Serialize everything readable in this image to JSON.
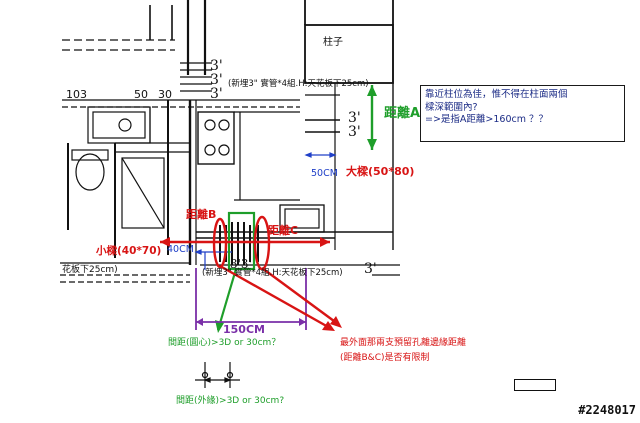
{
  "labels": {
    "column": "柱子",
    "dist_a": "距離A",
    "dist_b": "距離B",
    "dist_c": "距離C",
    "beam_big": "大樑(50*80)",
    "beam_small": "小樑(40*70)",
    "w50": "50CM",
    "w40": "40CM",
    "w150": "150CM",
    "dim103": "103",
    "dim50": "50",
    "dim30": "30",
    "ceiling_note_top": "(新埋3\" 實管*4組.H:天花板下25cm)",
    "ceiling_note_mid": "(新埋3\" 實管*4組.H:天花板下25cm)",
    "ceiling_left": "花板下25cm)",
    "pipe_top": "3'",
    "pipe_right": "3'",
    "pipe_low": "3'",
    "pipe_mid": "3'3'"
  },
  "note": {
    "lines": [
      "靠近柱位為佳，惟不得在柱面兩個",
      "樑深範圍內?",
      "=>是指A距離>160cm ？？"
    ]
  },
  "questions": {
    "outer_edge": "最外面那兩支預留孔離邊緣距離",
    "outer_edge2": "(距離B&C)是否有限制",
    "center": "間距(圓心)>3D or 30cm？",
    "outside": "間距(外緣)>3D or 30cm?"
  },
  "watermark": "#2248017",
  "colors": {
    "red": "#d81414",
    "green": "#1e9e2a",
    "purple": "#7a2fa8",
    "blue": "#2040c8",
    "navy": "#1c2c86",
    "black": "#111111"
  }
}
